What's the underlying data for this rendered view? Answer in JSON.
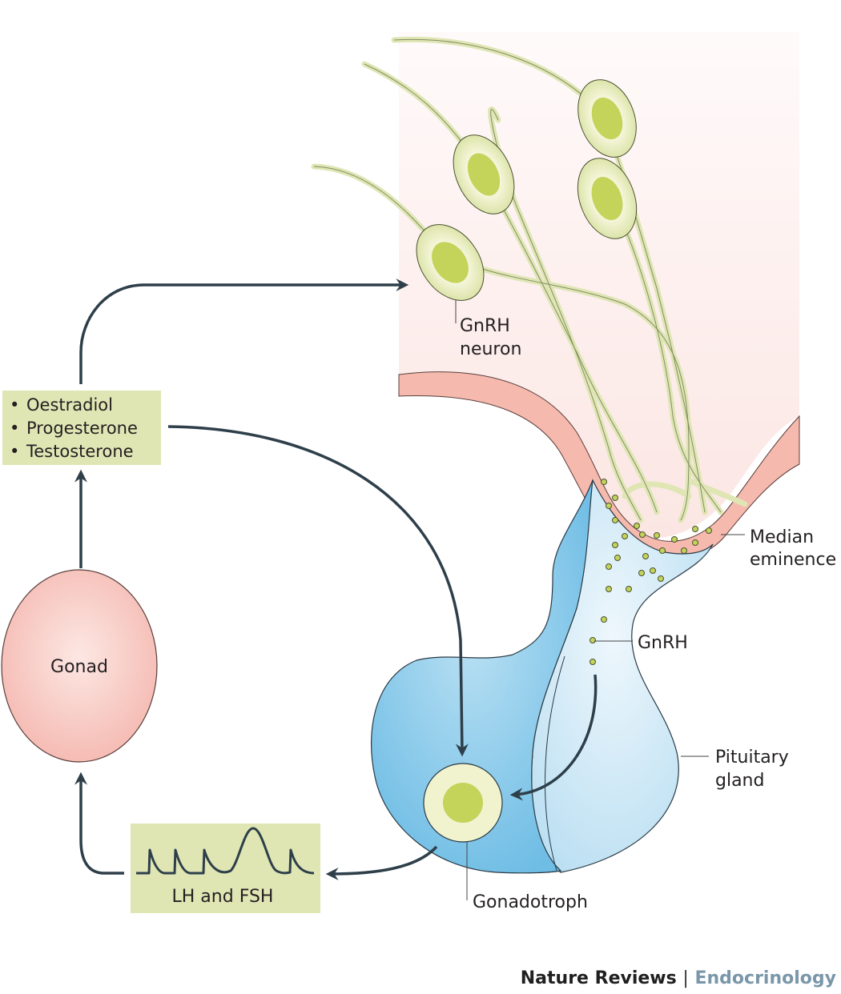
{
  "labels": {
    "gnrh_neuron_line1": "GnRH",
    "gnrh_neuron_line2": "neuron",
    "median_eminence_line1": "Median",
    "median_eminence_line2": "eminence",
    "gnrh": "GnRH",
    "pituitary_line1": "Pituitary",
    "pituitary_line2": "gland",
    "gonadotroph": "Gonadotroph",
    "gonad": "Gonad",
    "lh_fsh": "LH and FSH"
  },
  "steroids": {
    "bullet": "•",
    "items": [
      "Oestradiol",
      "Progesterone",
      "Testosterone"
    ]
  },
  "footer": {
    "journal": "Nature Reviews",
    "separator": "|",
    "section": "Endocrinology"
  },
  "colors": {
    "arrow": "#2e3f4a",
    "neuron_fill": "#dfe6b4",
    "neuron_nucleus": "#c4d35a",
    "brain_bg": "#fcecea",
    "vessel": "#f5b9ae",
    "pituitary_anterior": "#8ccbea",
    "pituitary_posterior": "#d3eaf7",
    "gonad": "#f8cbc4",
    "label_box": "#dfe6b4"
  }
}
